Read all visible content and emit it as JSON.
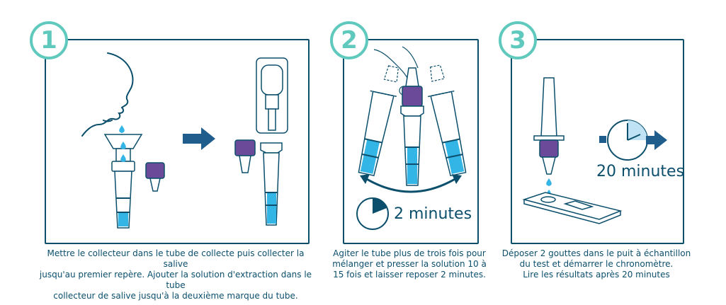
{
  "steps": [
    {
      "number": "1",
      "caption_lines": [
        "Mettre le collecteur dans le tube de collecte puis  collecter la salive",
        "jusqu'au premier repère. Ajouter  la solution d'extraction dans le tube",
        "collecteur de salive jusqu'à la deuxième marque du tube."
      ]
    },
    {
      "number": "2",
      "timer_text": "2 minutes",
      "caption_lines": [
        "Agiter le tube plus de trois fois pour",
        "mélanger et presser la solution 10 à",
        "15 fois et laisser reposer 2 minutes."
      ]
    },
    {
      "number": "3",
      "timer_text": "20 minutes",
      "caption_lines": [
        "Déposer 2 gouttes dans le puit à échantillon",
        "du test et démarrer le chronomètre.",
        "Lire les résultats après 20 minutes"
      ]
    }
  ],
  "colors": {
    "navy": "#0b4f6c",
    "teal": "#5fc9bd",
    "liquid": "#33b5e5",
    "purple": "#6b4a9a",
    "arrow": "#1f5d8c"
  },
  "icons": [
    "face-profile-icon",
    "saliva-drop-icon",
    "collection-tube-icon",
    "cap-icon",
    "kit-icon",
    "right-arrow-icon",
    "shaking-hands-icon",
    "swing-arrow-icon",
    "clock-icon",
    "dropper-tube-icon",
    "test-cassette-icon",
    "stopwatch-icon"
  ]
}
